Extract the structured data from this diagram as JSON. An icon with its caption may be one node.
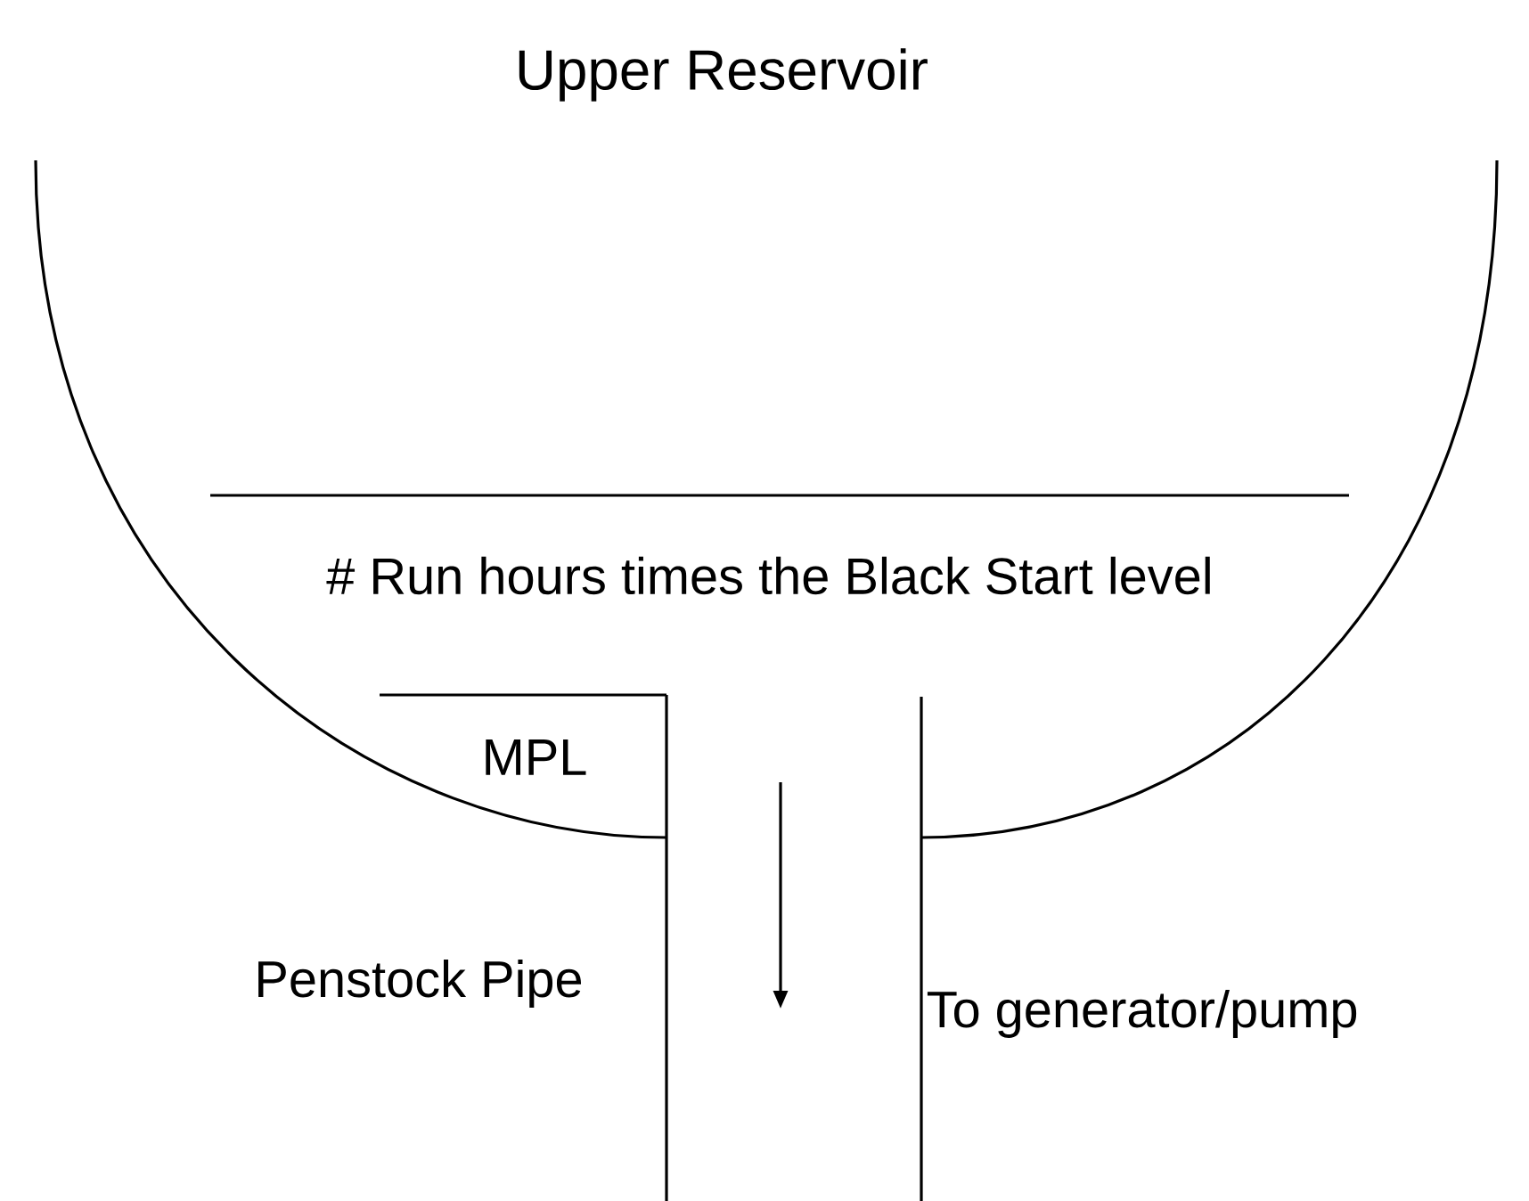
{
  "diagram": {
    "title": "Upper Reservoir",
    "labels": [
      "# Run hours times the Black Start level",
      "MPL",
      "Penstock Pipe",
      "To generator/pump"
    ]
  }
}
